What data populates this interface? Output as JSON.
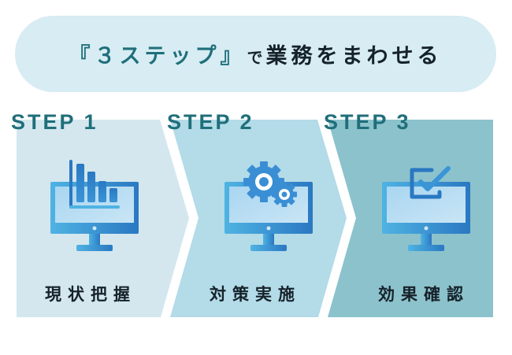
{
  "header": {
    "accent_text": "『３ステップ』",
    "connector_text": "で",
    "main_text": "業務をまわせる"
  },
  "colors": {
    "pill_bg": "#d7ecf3",
    "accent": "#1f6f7a",
    "text_dark": "#16222a",
    "step1_bg": "#d4e7ee",
    "step2_bg": "#b3dbe8",
    "step3_bg": "#8cc2cc",
    "icon_blue": "#2f84c9",
    "icon_light": "#bfe0f2"
  },
  "steps": [
    {
      "label": "STEP 1",
      "caption": "現状把握",
      "icon": "monitor-bar-chart-icon"
    },
    {
      "label": "STEP 2",
      "caption": "対策実施",
      "icon": "monitor-gears-icon"
    },
    {
      "label": "STEP 3",
      "caption": "効果確認",
      "icon": "monitor-checkbox-icon"
    }
  ]
}
